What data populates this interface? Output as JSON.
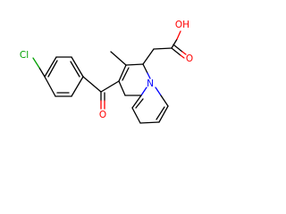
{
  "molecule": {
    "atom_labels": {
      "chlorine": "Cl",
      "carbonyl_oxygen": "O",
      "hydroxyl": "OH",
      "acid_oxygen": "O",
      "ring_nitrogen": "N"
    }
  },
  "colors": {
    "bond": "#000000",
    "oxygen": "#ff0000",
    "nitrogen": "#0000ff",
    "chlorine": "#00a000",
    "background": "#ffffff"
  }
}
